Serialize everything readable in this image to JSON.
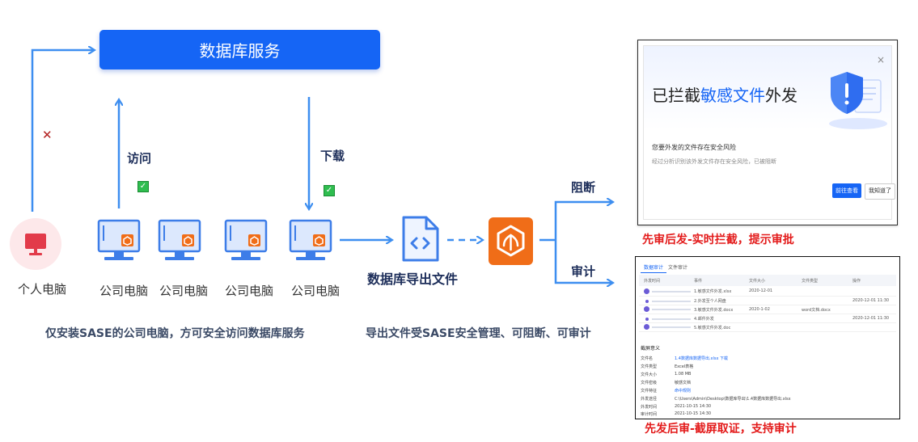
{
  "db_service": {
    "label": "数据库服务"
  },
  "flow": {
    "access_label": "访问",
    "download_label": "下载",
    "block_label": "阻断",
    "audit_label": "审计",
    "deny_mark": "✕",
    "allow_mark": "✓"
  },
  "devices": {
    "personal_pc": "个人电脑",
    "company_pcs": [
      "公司电脑",
      "公司电脑",
      "公司电脑",
      "公司电脑"
    ]
  },
  "export_file": {
    "label": "数据库导出文件"
  },
  "captions": {
    "left": "仅安装SASE的公司电脑，方可安全访问数据库服务",
    "right": "导出文件受SASE安全管理、可阻断、可审计"
  },
  "dialog": {
    "title_prefix": "已拦截",
    "title_highlight": "敏感文件",
    "title_suffix": "外发",
    "close": "×",
    "subtitle": "您要外发的文件存在安全风险",
    "description": "经过分析识别该外发文件存在安全风险，已被阻断",
    "primary_button": "前往查看",
    "secondary_button": "我知道了"
  },
  "notes": {
    "block": "先审后发-实时拦截，提示审批",
    "audit": "先发后审-截屏取证，支持审计"
  },
  "audit_panel": {
    "tabs": [
      "数据审计",
      "文件审计"
    ],
    "columns": [
      "外发时间",
      "事件",
      "文件大小",
      "文件类型",
      "操作"
    ],
    "rows": [
      {
        "event": "1.敏感文件外发.xlsx",
        "size": "2020-12-01",
        "type": "",
        "op": ""
      },
      {
        "event": "2.外发至个人网盘",
        "size": "",
        "type": "",
        "op": "2020-12-01 11:30"
      },
      {
        "event": "3.敏感文件外发.docx",
        "size": "2020-1-02",
        "type": "word文档.docx",
        "op": ""
      },
      {
        "event": "4.邮件外发",
        "size": "",
        "type": "",
        "op": "2020-12-01 11:30"
      },
      {
        "event": "5.敏感文件外发.doc",
        "size": "",
        "type": "",
        "op": ""
      }
    ],
    "detail_title": "截屏意义",
    "details": [
      {
        "k": "文件名",
        "v": "1.4数据库数据导出.xlsx  下载"
      },
      {
        "k": "文件类型",
        "v": "Excel表格"
      },
      {
        "k": "文件大小",
        "v": "1.08 MB"
      },
      {
        "k": "文件密级",
        "v": "敏感文档"
      },
      {
        "k": "文件特征",
        "v": "命中规则"
      },
      {
        "k": "外发途径",
        "v": "C:\\Users\\Admin\\Desktop\\数据库导出\\1.4数据库数据导出.xlsx"
      },
      {
        "k": "外发时间",
        "v": "2021-10-15 14:30"
      },
      {
        "k": "审计时间",
        "v": "2021-10-15 14:30"
      }
    ]
  },
  "colors": {
    "arrow": "#3d8ef0",
    "db_box": "#1565f5",
    "sase_orange": "#f06d18",
    "note_red": "#e31a1a"
  }
}
